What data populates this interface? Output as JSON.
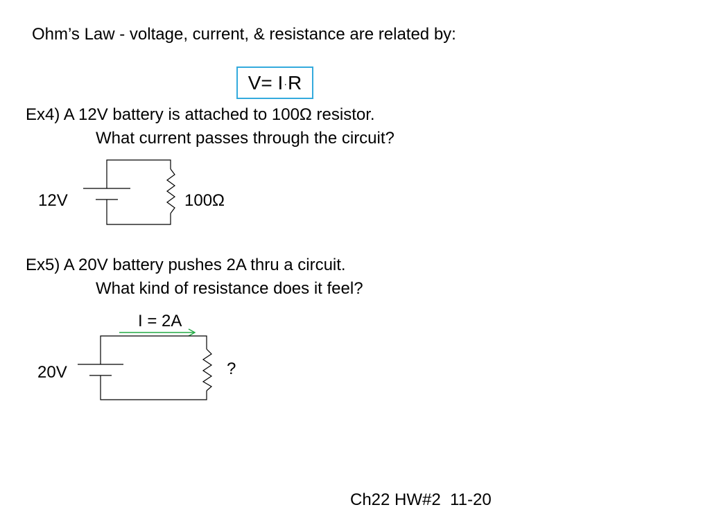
{
  "intro": {
    "text": "Ohm’s Law - voltage, current, & resistance are related by:"
  },
  "formula": {
    "lhs": "V= I",
    "operator": "·",
    "rhs": "R",
    "border_color": "#33aadd"
  },
  "example4": {
    "line1": "Ex4) A 12V battery is attached to 100Ω resistor.",
    "line2": "What current passes through the circuit?",
    "battery_label": "12V",
    "resistor_label": "100Ω"
  },
  "example5": {
    "line1": "Ex5) A 20V battery pushes 2A thru a circuit.",
    "line2": "What kind of resistance does it feel?",
    "current_label": "I = 2A",
    "battery_label": "20V",
    "resistor_label": "?",
    "arrow_color": "#22aa44"
  },
  "footer": {
    "homework": "Ch22 HW#2  11-20"
  }
}
